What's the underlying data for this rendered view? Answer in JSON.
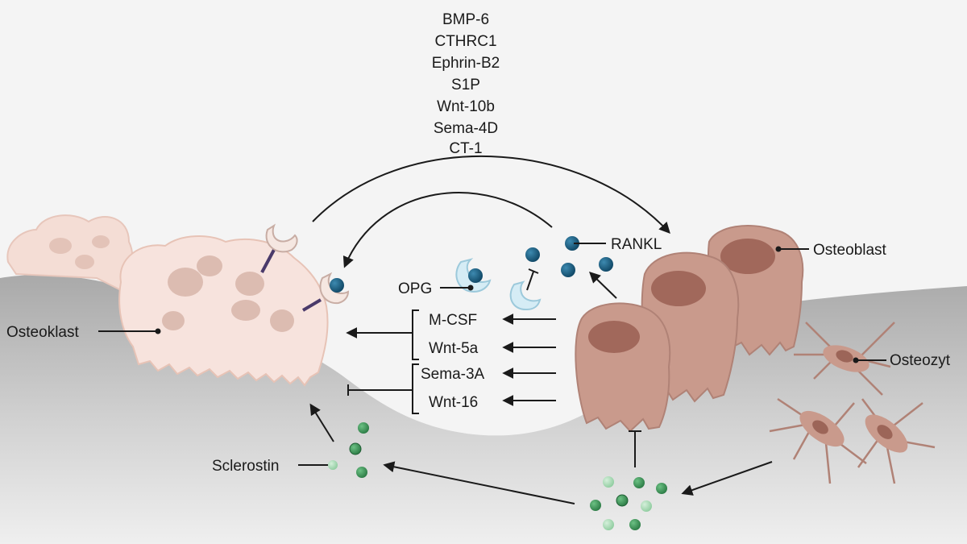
{
  "colors": {
    "background": "#f4f4f4",
    "bone_dark": "#8c8c8c",
    "osteoclast_fill": "#f6e2dc",
    "osteoclast_nucleus": "#d9b7ac",
    "osteoblast_fill": "#c8978a",
    "osteoblast_nucleus": "#9c6558",
    "osteocyte_fill": "#c8978a",
    "rankl_dot": "#1d5f80",
    "opg_receptor": "#bfe0ee",
    "sclerostin_dot": "#3f9a5a",
    "sclerostin_light": "#a8d8b4",
    "arrow": "#1a1a1a"
  },
  "top_factors": [
    "BMP-6",
    "CTHRC1",
    "Ephrin-B2",
    "S1P",
    "Wnt-10b",
    "Sema-4D",
    "CT-1"
  ],
  "factors": {
    "activating": [
      "M-CSF",
      "Wnt-5a"
    ],
    "inhibiting": [
      "Sema-3A",
      "Wnt-16"
    ]
  },
  "labels": {
    "rankl": "RANKL",
    "opg": "OPG",
    "osteoblast": "Osteoblast",
    "osteoklast": "Osteoklast",
    "osteozyt": "Osteozyt",
    "sclerostin": "Sclerostin"
  },
  "icons": {
    "rankl_molecule": "blue-sphere-icon",
    "receptor": "c-shaped-receptor-icon",
    "sclerostin_molecule": "green-sphere-icon"
  }
}
